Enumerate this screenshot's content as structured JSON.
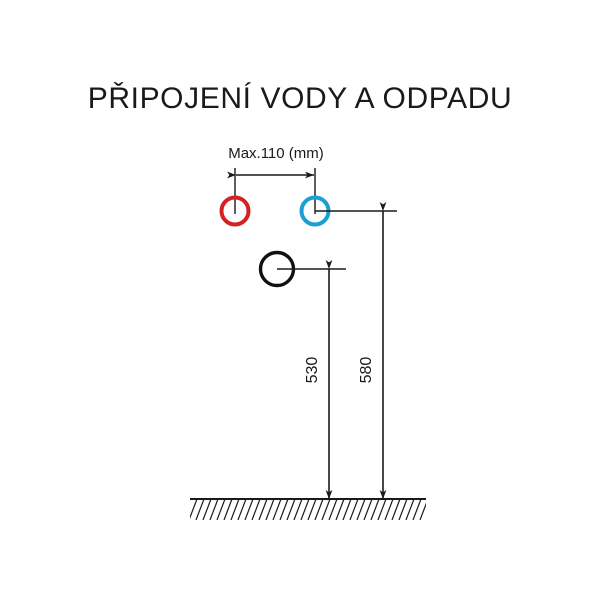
{
  "diagram": {
    "title": "PŘIPOJENÍ VODY A ODPADU",
    "unit_note": "Max.110 (mm)",
    "horizontal_dimension": {
      "label": "Max.110 (mm)",
      "value": "110",
      "qualifier": "Max.",
      "unit": "mm"
    },
    "vertical_dimensions": [
      {
        "name": "waste-outlet-height",
        "label": "530",
        "unit": "mm"
      },
      {
        "name": "water-inlet-height",
        "label": "580",
        "unit": "mm"
      }
    ],
    "connectors": [
      {
        "name": "hot-water-inlet",
        "label": "",
        "color": "#d42222"
      },
      {
        "name": "cold-water-inlet",
        "label": "",
        "color": "#1a9fd4"
      },
      {
        "name": "waste-drain-outlet",
        "label": "",
        "color": "#111111"
      }
    ],
    "ground": {
      "name": "floor-line",
      "label": ""
    },
    "colors": {
      "hot": "#d42222",
      "cold": "#1a9fd4",
      "waste": "#111111",
      "line": "#1a1a1a",
      "background": "#ffffff"
    }
  }
}
